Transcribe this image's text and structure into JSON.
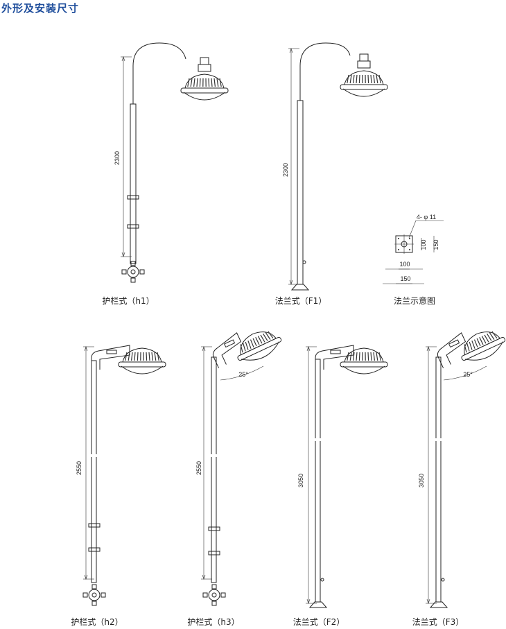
{
  "title": "外形及安装尺寸",
  "drawings": [
    {
      "id": "h1",
      "label": "护栏式（h1）",
      "height": "2300"
    },
    {
      "id": "F1",
      "label": "法兰式（F1）",
      "height": "2300"
    },
    {
      "id": "h2",
      "label": "护栏式（h2）",
      "height": "2550"
    },
    {
      "id": "h3",
      "label": "护栏式（h3）",
      "height": "2550",
      "angle": "25°"
    },
    {
      "id": "F2",
      "label": "法兰式（F2）",
      "height": "3050"
    },
    {
      "id": "F3",
      "label": "法兰式（F3）",
      "height": "3050",
      "angle": "25°"
    }
  ],
  "flange": {
    "label": "法兰示意图",
    "holes": "4- φ 11",
    "inner": "100",
    "outer": "150"
  }
}
